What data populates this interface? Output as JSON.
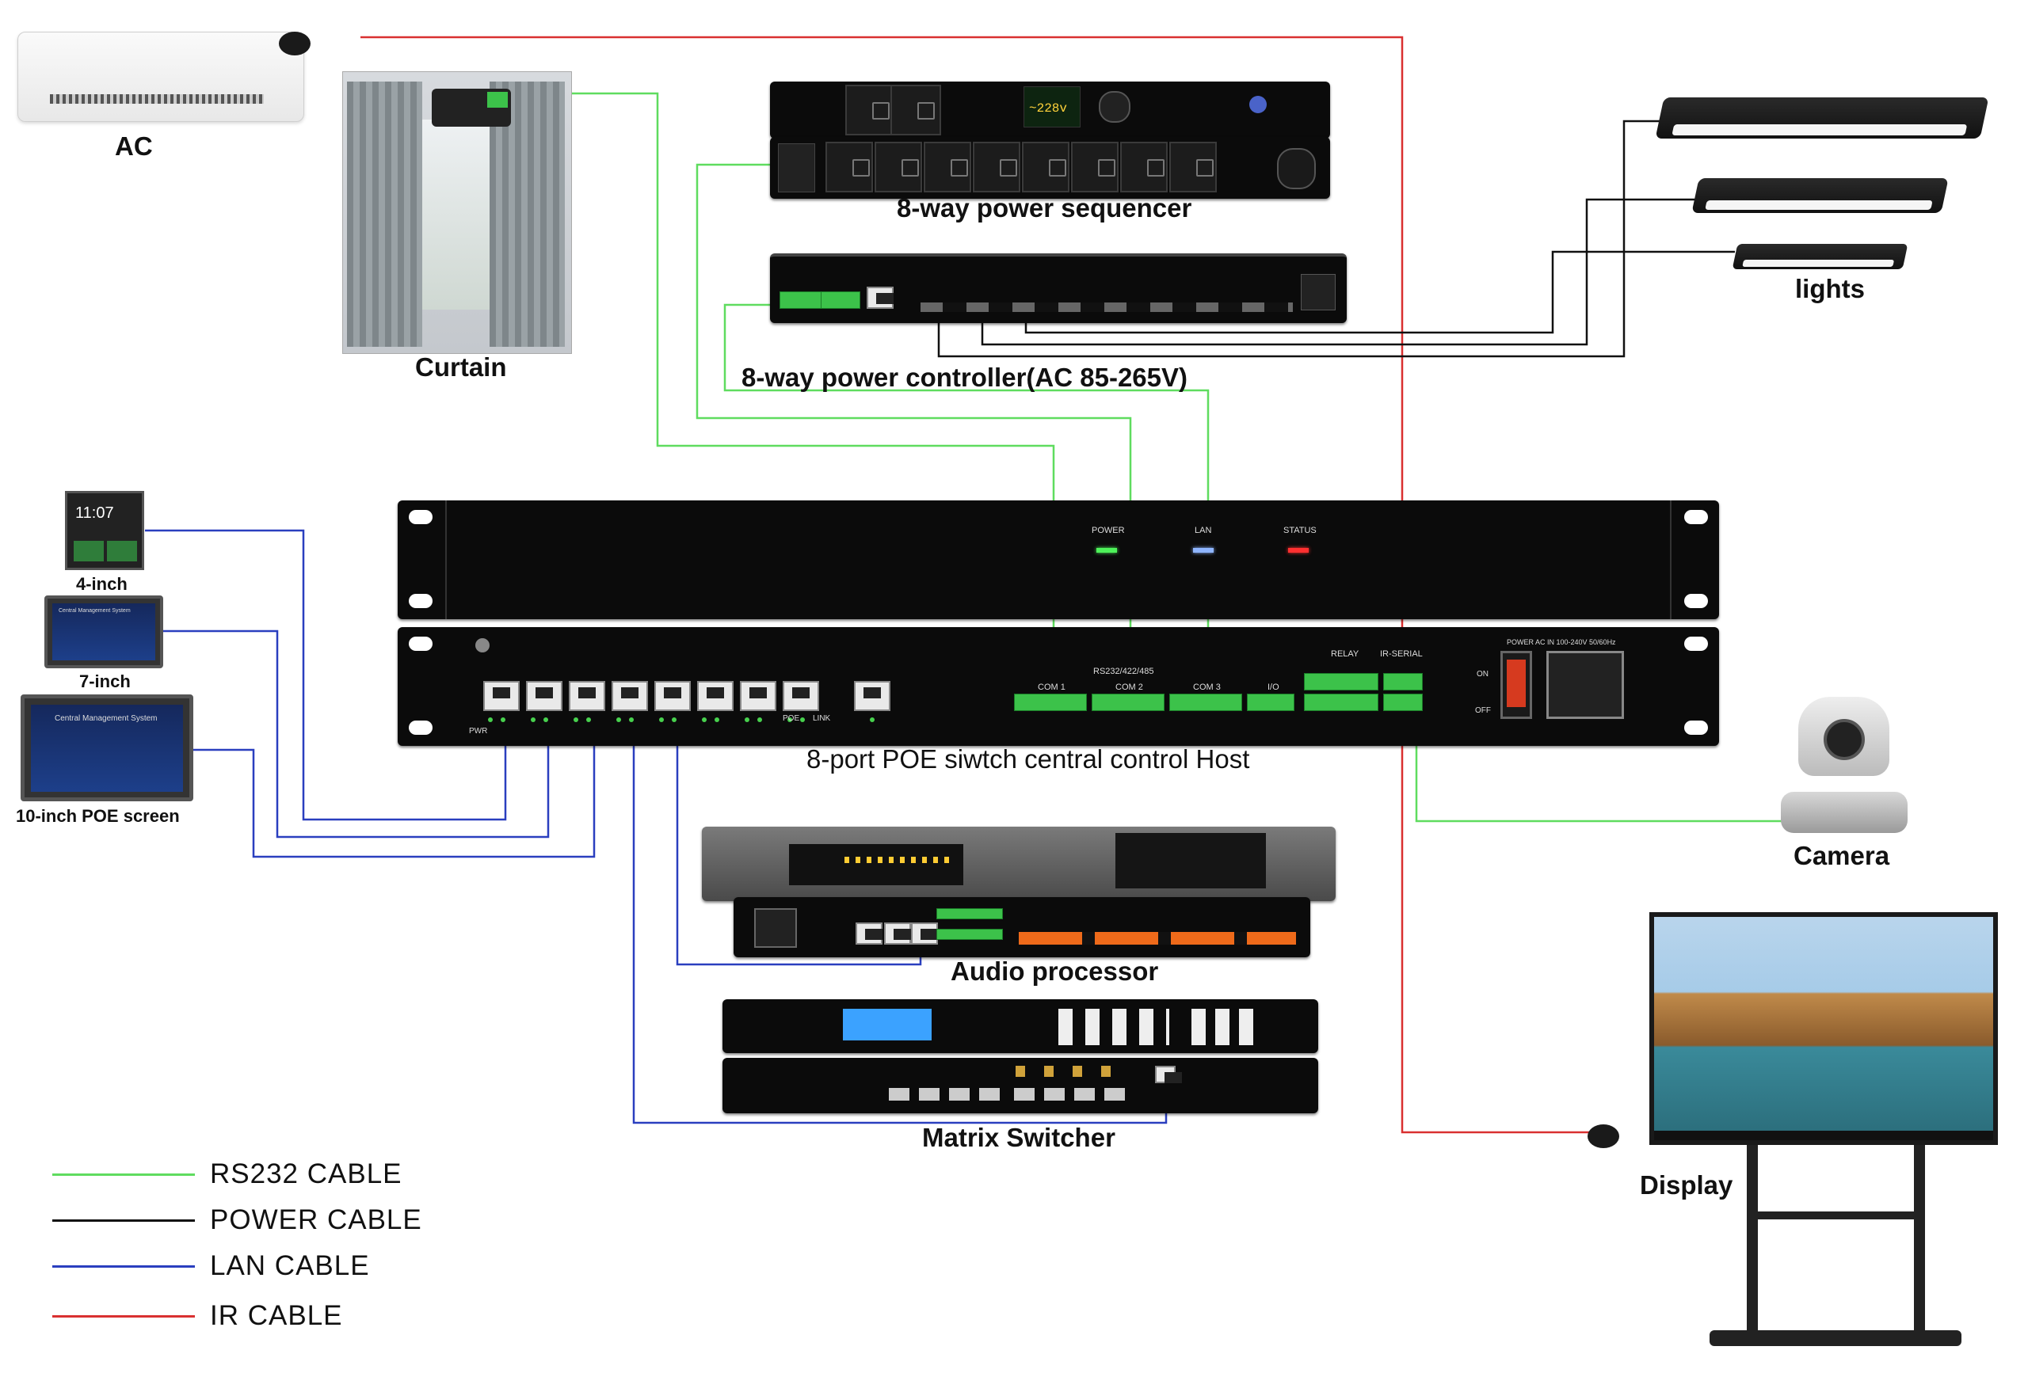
{
  "devices": {
    "ac": "AC",
    "curtain": "Curtain",
    "power_sequencer": "8-way power sequencer",
    "power_controller": "8-way power controller(AC 85-265V)",
    "lights": "lights",
    "four_inch": "4-inch",
    "seven_inch": "7-inch",
    "ten_inch": "10-inch POE screen",
    "host": "8-port POE siwtch central control Host",
    "camera": "Camera",
    "audio_processor": "Audio processor",
    "matrix_switcher": "Matrix Switcher",
    "display": "Display"
  },
  "host_panel": {
    "power": "POWER",
    "lan": "LAN",
    "status": "STATUS",
    "rs232": "RS232/422/485",
    "com1": "COM 1",
    "com2": "COM 2",
    "com3": "COM 3",
    "io": "I/O",
    "relay": "RELAY",
    "ir_serial": "IR-SERIAL",
    "power_ac_in": "POWER AC IN 100-240V 50/60Hz",
    "on": "ON",
    "off": "OFF",
    "pwr": "PWR",
    "poe": "POE",
    "link": "LINK"
  },
  "screen_texts": {
    "clock": "11:07",
    "central_management": "Central Management System"
  },
  "sequencer_display": "~228v",
  "legend": [
    {
      "label": "RS232 CABLE",
      "color": "#5fdc5f"
    },
    {
      "label": "POWER CABLE",
      "color": "#111111"
    },
    {
      "label": "LAN CABLE",
      "color": "#2a3fbf"
    },
    {
      "label": "IR CABLE",
      "color": "#d93030"
    }
  ],
  "cable_colors": {
    "rs232": "#5fdc5f",
    "power": "#111111",
    "lan": "#2a3fbf",
    "ir": "#d93030"
  }
}
